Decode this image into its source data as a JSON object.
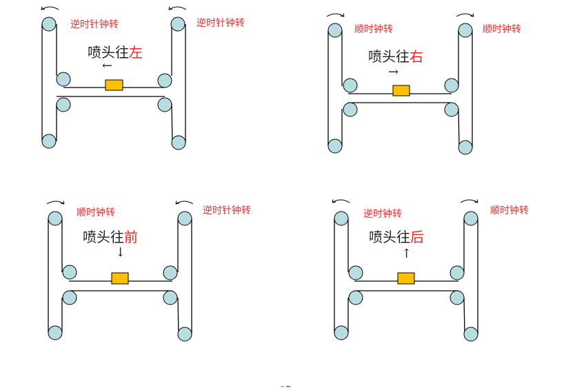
{
  "colors": {
    "pulley_fill": "#b8dde0",
    "belt": "#000000",
    "nozzle": "#ffc000",
    "rotation_label": "#ff2a2a",
    "direction_word": "#ff2020"
  },
  "panels": [
    {
      "id": "left",
      "title_prefix": "喷头往",
      "direction": "左",
      "arrow": "←",
      "left_label": "逆时针钟转",
      "right_label": "逆时针钟转",
      "left_rotation": "counterclockwise",
      "right_rotation": "counterclockwise"
    },
    {
      "id": "right",
      "title_prefix": "喷头往",
      "direction": "右",
      "arrow": "→",
      "left_label": "顺时钟转",
      "right_label": "顺时钟转",
      "left_rotation": "clockwise",
      "right_rotation": "clockwise"
    },
    {
      "id": "front",
      "title_prefix": "喷头往",
      "direction": "前",
      "arrow": "↓",
      "left_label": "顺时钟转",
      "right_label": "逆时针钟转",
      "left_rotation": "clockwise",
      "right_rotation": "counterclockwise"
    },
    {
      "id": "back",
      "title_prefix": "喷头往",
      "direction": "后",
      "arrow": "↑",
      "left_label": "逆时钟转",
      "right_label": "顺时钟转",
      "left_rotation": "counterclockwise",
      "right_rotation": "clockwise"
    }
  ]
}
